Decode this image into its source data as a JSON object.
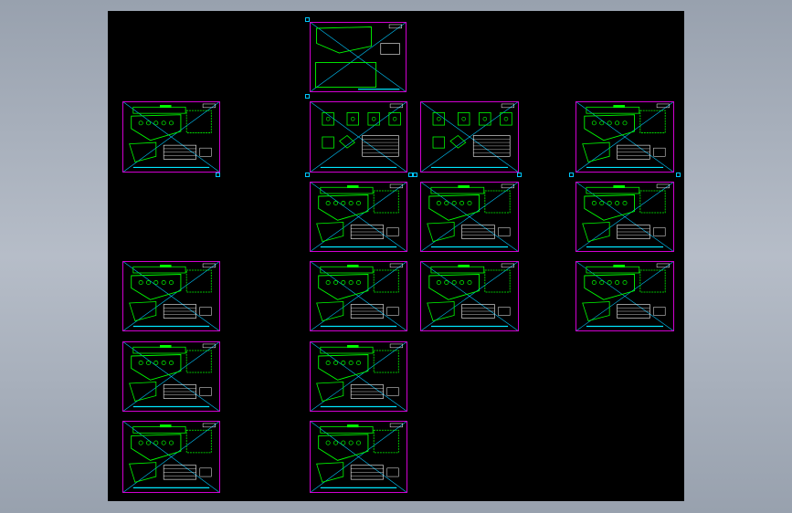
{
  "window": {
    "title": "",
    "background": "#a4adba",
    "canvas_background": "#000000"
  },
  "colors": {
    "frame": "#d100d1",
    "geometry": "#00ff00",
    "text": "#00e6ff",
    "crosshair": "#00c8ff"
  },
  "sheets": [
    {
      "id": "s01",
      "kind": "plate"
    },
    {
      "id": "s02",
      "kind": "assembly"
    },
    {
      "id": "s03",
      "kind": "parts"
    },
    {
      "id": "s04",
      "kind": "parts"
    },
    {
      "id": "s05",
      "kind": "assembly"
    },
    {
      "id": "s06",
      "kind": "assembly"
    },
    {
      "id": "s07",
      "kind": "assembly"
    },
    {
      "id": "s08",
      "kind": "assembly"
    },
    {
      "id": "s09",
      "kind": "assembly"
    },
    {
      "id": "s10",
      "kind": "assembly"
    },
    {
      "id": "s11",
      "kind": "assembly"
    },
    {
      "id": "s12",
      "kind": "assembly"
    },
    {
      "id": "s13",
      "kind": "assembly"
    },
    {
      "id": "s14",
      "kind": "assembly"
    },
    {
      "id": "s15",
      "kind": "assembly"
    },
    {
      "id": "s16",
      "kind": "assembly"
    },
    {
      "id": "s17",
      "kind": "mixed"
    },
    {
      "id": "s18",
      "kind": "mixed"
    }
  ]
}
